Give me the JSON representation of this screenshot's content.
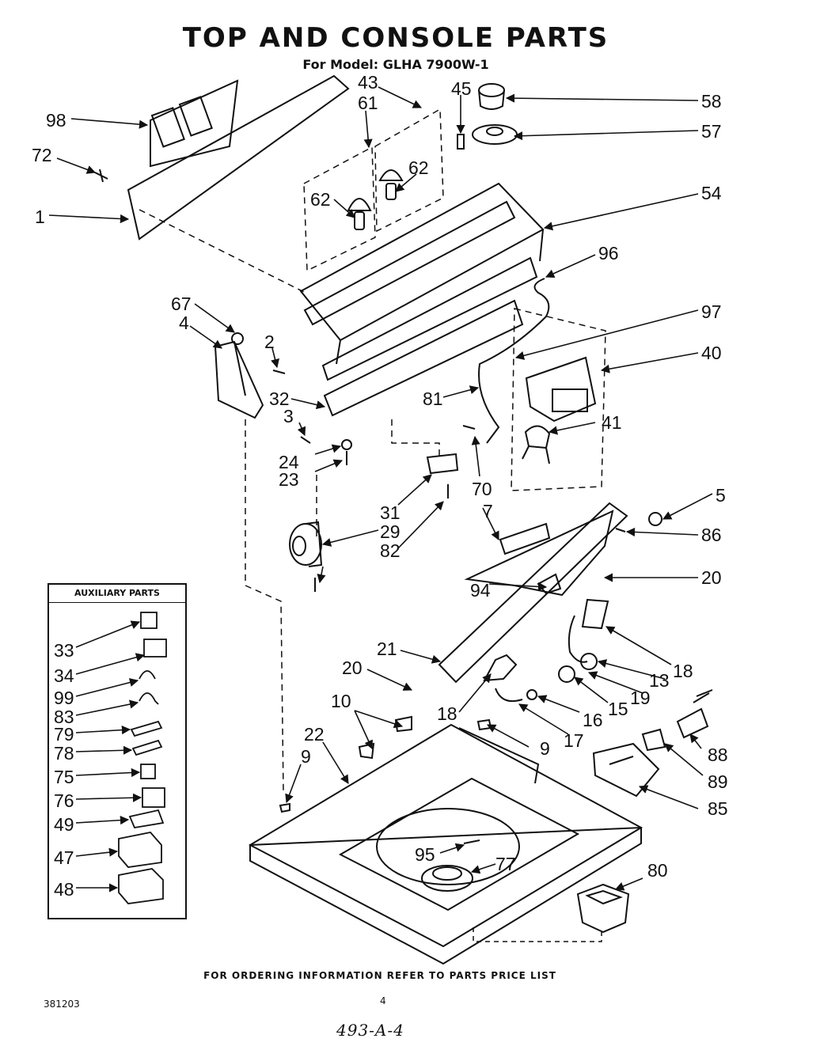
{
  "title": "TOP AND CONSOLE PARTS",
  "subtitle": "For Model: GLHA 7900W-1",
  "aux_title": "AUXILIARY PARTS",
  "footer": "FOR ORDERING INFORMATION REFER TO PARTS PRICE LIST",
  "doc_number": "381203",
  "page_number": "4",
  "handwritten_note": "493-A-4",
  "labels": {
    "p98": "98",
    "p72": "72",
    "p1": "1",
    "p43": "43",
    "p61": "61",
    "p45": "45",
    "p58": "58",
    "p57": "57",
    "p62a": "62",
    "p62b": "62",
    "p54": "54",
    "p96": "96",
    "p67": "67",
    "p4": "4",
    "p97": "97",
    "p2": "2",
    "p40": "40",
    "p32": "32",
    "p81": "81",
    "p3": "3",
    "p41": "41",
    "p24": "24",
    "p23": "23",
    "p70": "70",
    "p31": "31",
    "p29": "29",
    "p82": "82",
    "p7": "7",
    "p5": "5",
    "p86": "86",
    "p20a": "20",
    "p94": "94",
    "p21": "21",
    "p18a": "18",
    "p20b": "20",
    "p13": "13",
    "p19": "19",
    "p15": "15",
    "p10": "10",
    "p18b": "18",
    "p16": "16",
    "p17": "17",
    "p22": "22",
    "p9a": "9",
    "p9b": "9",
    "p88": "88",
    "p89": "89",
    "p85": "85",
    "p95": "95",
    "p77": "77",
    "p80": "80",
    "p33": "33",
    "p34": "34",
    "p99": "99",
    "p83": "83",
    "p79": "79",
    "p78": "78",
    "p75": "75",
    "p76": "76",
    "p49": "49",
    "p47": "47",
    "p48": "48"
  }
}
